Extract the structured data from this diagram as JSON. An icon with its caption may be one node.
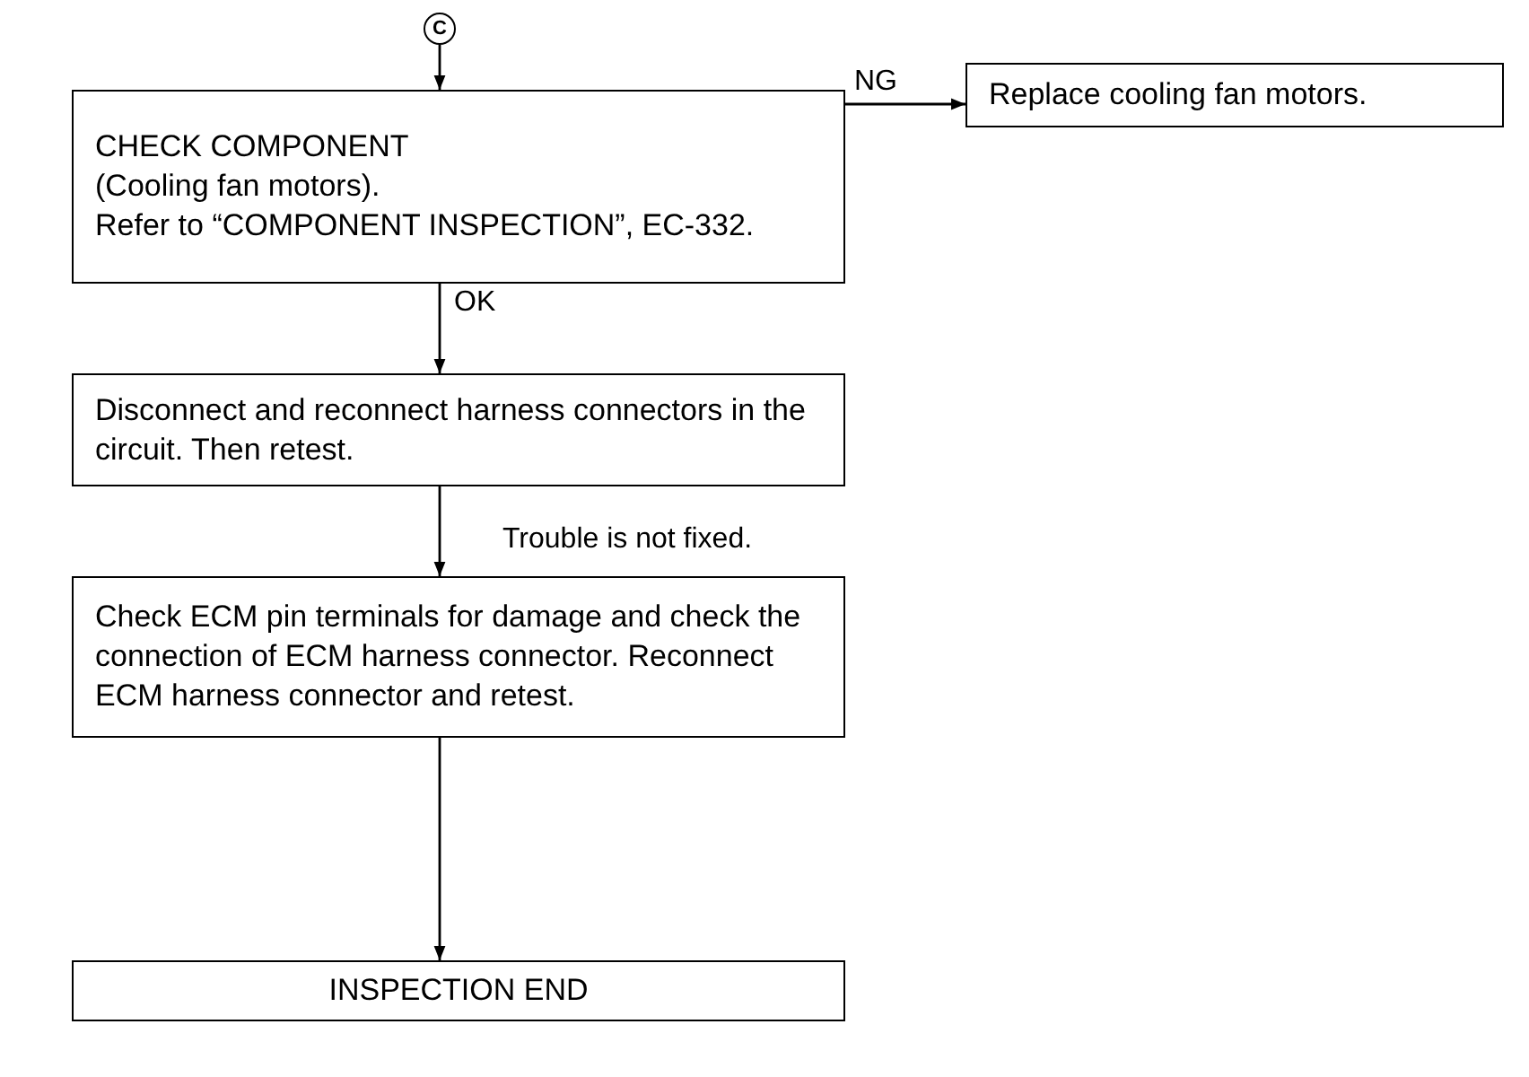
{
  "diagram": {
    "nodes": [
      {
        "text": [
          "C"
        ]
      },
      {
        "text": [
          "CHECK COMPONENT",
          "(Cooling fan motors).",
          "Refer to “COMPONENT INSPECTION”, EC-332."
        ]
      },
      {
        "text": [
          "Replace cooling fan motors."
        ]
      },
      {
        "text": [
          "Disconnect and reconnect harness connectors in the circuit. Then retest."
        ]
      },
      {
        "text": [
          "Check ECM pin terminals for damage and check the connection of ECM harness connector. Reconnect ECM harness connector and retest."
        ]
      },
      {
        "text": [
          "INSPECTION END"
        ]
      }
    ],
    "edges": [
      {
        "from": 0,
        "to": 1,
        "arrow": "to"
      },
      {
        "from": 1,
        "to": 2,
        "arrow": "to",
        "label": "NG"
      },
      {
        "from": 1,
        "to": 3,
        "arrow": "to",
        "label": "OK"
      },
      {
        "from": 3,
        "to": 4,
        "arrow": "to",
        "label": "Trouble is not fixed."
      },
      {
        "from": 4,
        "to": 5,
        "arrow": "to"
      }
    ]
  }
}
